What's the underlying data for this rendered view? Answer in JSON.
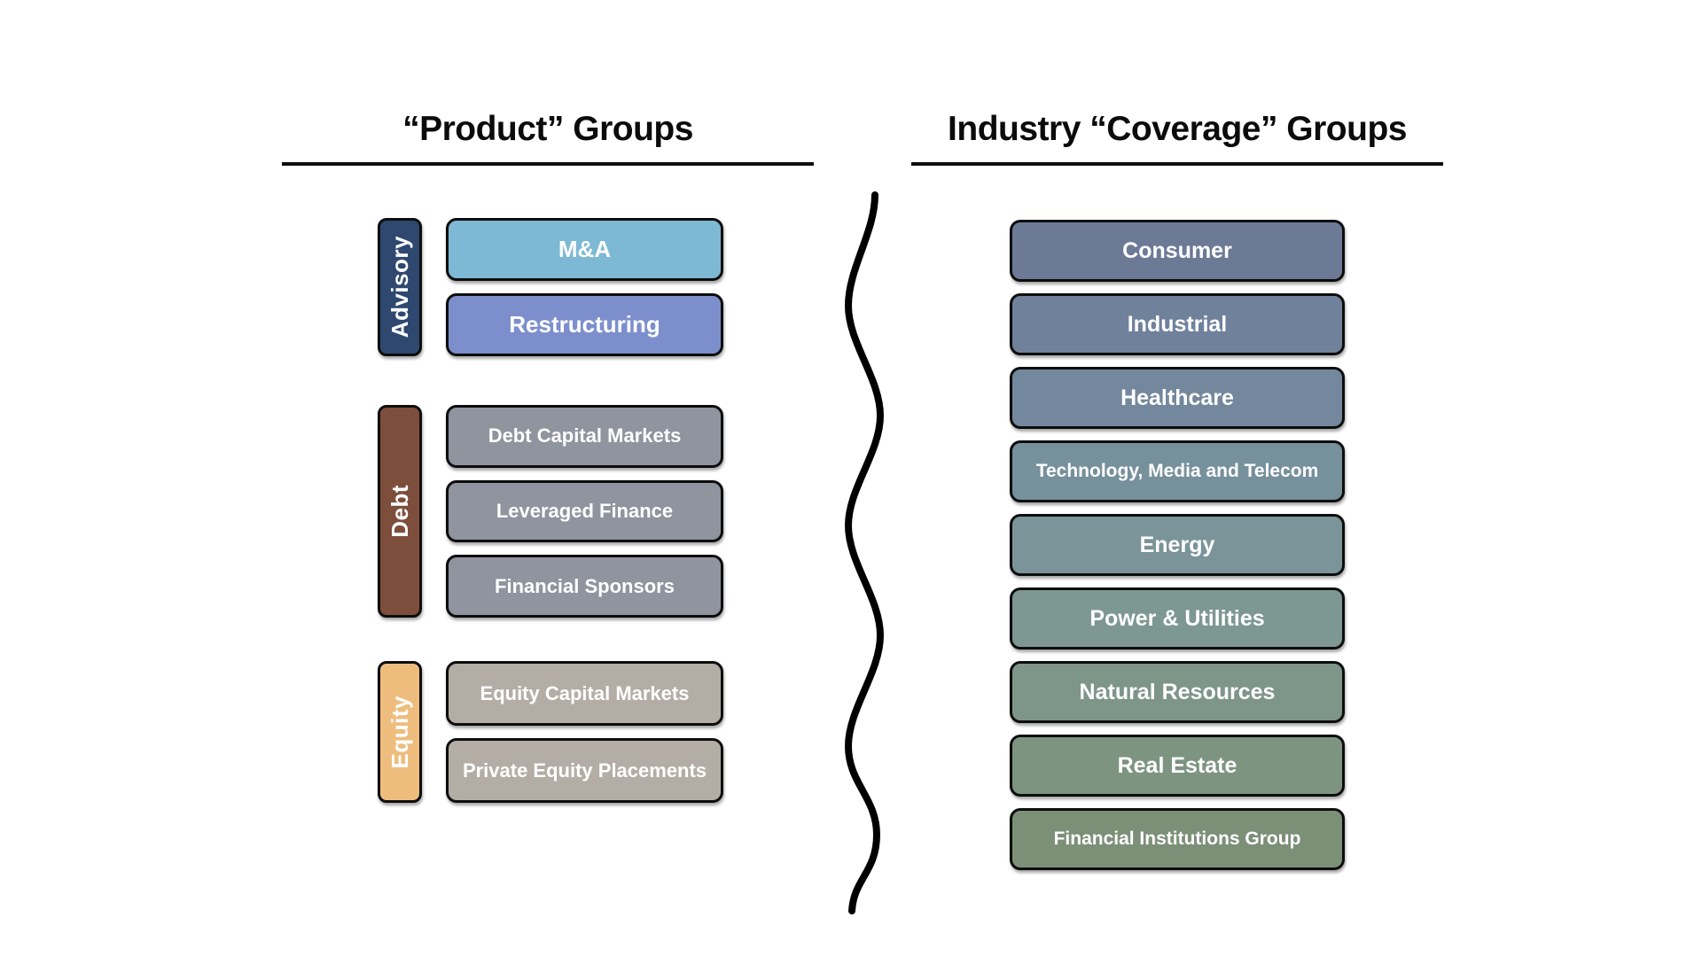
{
  "left_panel": {
    "title": "“Product” Groups",
    "groups": [
      {
        "label": "Advisory",
        "label_color": "#2e4870",
        "boxes": [
          {
            "label": "M&A",
            "color": "#7db9d5"
          },
          {
            "label": "Restructuring",
            "color": "#7c8fcc"
          }
        ]
      },
      {
        "label": "Debt",
        "label_color": "#7d4e3c",
        "boxes": [
          {
            "label": "Debt Capital Markets",
            "color": "#8f949f"
          },
          {
            "label": "Leveraged Finance",
            "color": "#8f949f"
          },
          {
            "label": "Financial Sponsors",
            "color": "#8f949f"
          }
        ]
      },
      {
        "label": "Equity",
        "label_color": "#eebd7e",
        "boxes": [
          {
            "label": "Equity Capital Markets",
            "color": "#b4ada5"
          },
          {
            "label": "Private Equity Placements",
            "color": "#b4ada5"
          }
        ]
      }
    ]
  },
  "divider": {
    "shape": "vertical-wavy-line",
    "color": "#000000"
  },
  "right_panel": {
    "title": "Industry “Coverage” Groups",
    "boxes": [
      {
        "label": "Consumer",
        "color": "#6c7a96"
      },
      {
        "label": "Industrial",
        "color": "#70819b"
      },
      {
        "label": "Healthcare",
        "color": "#73889d"
      },
      {
        "label": "Technology, Media and Telecom",
        "color": "#76909c"
      },
      {
        "label": "Energy",
        "color": "#7a949a"
      },
      {
        "label": "Power & Utilities",
        "color": "#7d9792"
      },
      {
        "label": "Natural Resources",
        "color": "#7e958a"
      },
      {
        "label": "Real Estate",
        "color": "#7d9481"
      },
      {
        "label": "Financial Institutions Group",
        "color": "#7c9078"
      }
    ]
  }
}
